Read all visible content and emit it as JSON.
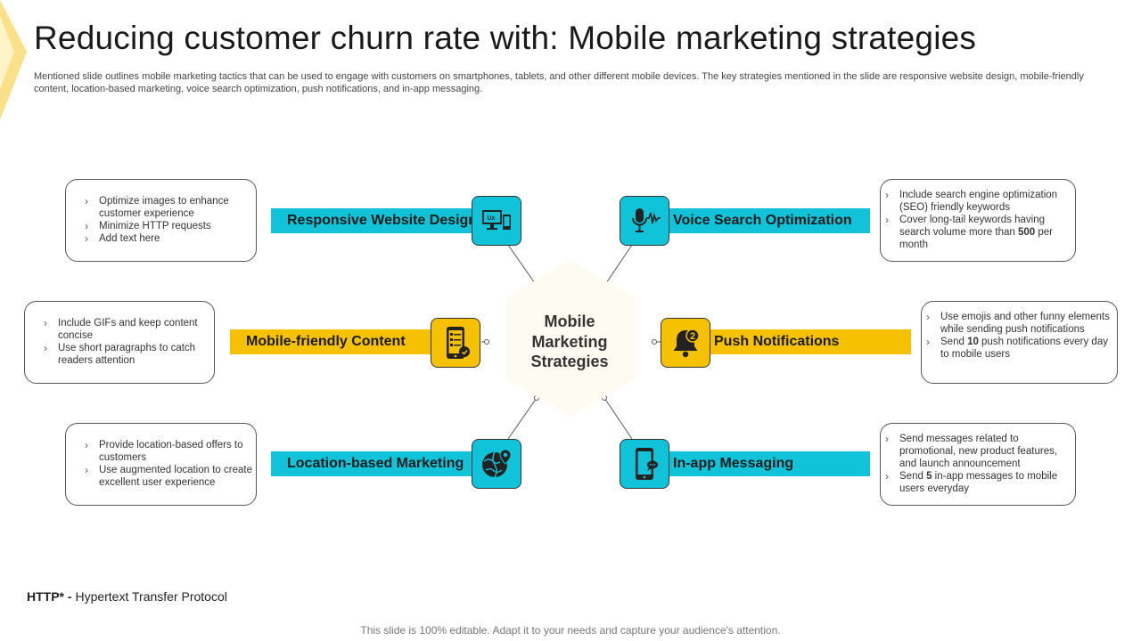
{
  "title": "Reducing customer churn rate with: Mobile marketing strategies",
  "subtitle": "Mentioned slide outlines mobile marketing tactics that can be used to engage with customers on smartphones, tablets, and other different mobile devices. The key strategies mentioned in the slide are responsive website design, mobile-friendly content, location-based marketing, voice search optimization, push notifications, and in-app messaging.",
  "center": {
    "line1": "Mobile",
    "line2": "Marketing",
    "line3": "Strategies"
  },
  "colors": {
    "cyan": "#11c3d9",
    "yellow": "#f6c100"
  },
  "strategies": {
    "responsive": {
      "label": "Responsive Website Design",
      "icon": "monitor-ux-icon",
      "bullets": [
        "Optimize images to enhance customer experience",
        "Minimize HTTP requests",
        "Add text here"
      ]
    },
    "mobile_content": {
      "label": "Mobile-friendly Content",
      "icon": "mobile-content-icon",
      "bullets": [
        "Include GIFs and keep content concise",
        "Use short paragraphs to catch readers attention"
      ]
    },
    "location": {
      "label": "Location-based Marketing",
      "icon": "globe-location-icon",
      "bullets": [
        "Provide location-based offers to customers",
        "Use augmented location to create excellent user experience"
      ]
    },
    "voice": {
      "label": "Voice Search Optimization",
      "icon": "microphone-icon",
      "bullets": [
        "Include search engine optimization (SEO) friendly keywords"
      ],
      "bullet2": {
        "pre": "Cover long-tail keywords having search volume more than ",
        "bold": "500",
        "post": " per month"
      }
    },
    "push": {
      "label": "Push Notifications",
      "icon": "bell-notification-icon",
      "badge": "2",
      "bullets": [
        "Use emojis and other funny elements while sending push notifications"
      ],
      "bullet2": {
        "pre": "Send ",
        "bold": "10",
        "post": " push notifications every day to mobile users"
      }
    },
    "inapp": {
      "label": "In-app Messaging",
      "icon": "phone-message-icon",
      "bullets": [
        "Send messages related to promotional, new product features, and launch announcement"
      ],
      "bullet2": {
        "pre": "Send ",
        "bold": "5",
        "post": " in-app messages to mobile users everyday"
      }
    }
  },
  "footnote": {
    "term": "HTTP* -",
    "definition": " Hypertext Transfer Protocol"
  },
  "footer": "This slide is 100% editable. Adapt it to your needs and capture your audience's attention."
}
